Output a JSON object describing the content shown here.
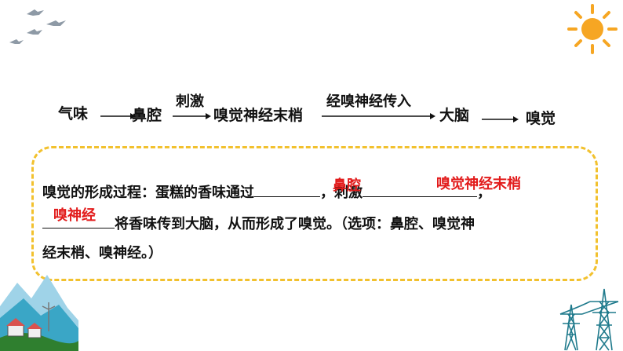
{
  "flow": {
    "step1": "气味",
    "step2": "鼻腔",
    "step3": "嗅觉神经末梢",
    "step4": "大脑",
    "step5": "嗅觉",
    "arrow2_label": "刺激",
    "arrow3_label": "经嗅神经传入"
  },
  "question": {
    "line1_a": "嗅觉的形成过程：蛋糕的香味通过",
    "line1_b": "，刺激",
    "line1_c": "，",
    "line2_a": "将香味传到大脑，从而形成了嗅觉。（选项：鼻腔、嗅觉神",
    "line3": "经末梢、嗅神经。）",
    "answer1": "鼻腔",
    "answer2": "嗅觉神经末梢",
    "answer3": "嗅神经"
  },
  "colors": {
    "answer": "#e21b1b",
    "frame": "#f2c12e",
    "sun": "#f6a623"
  }
}
